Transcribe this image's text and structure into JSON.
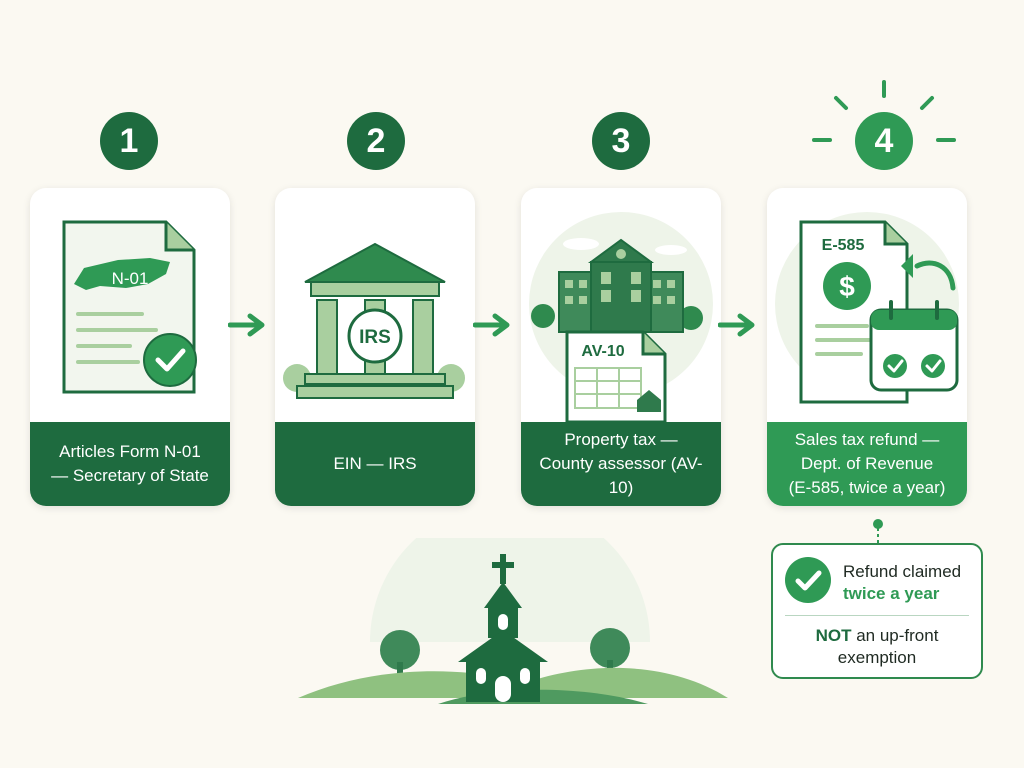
{
  "steps": [
    {
      "number": "1",
      "label_line1": "Articles Form N-01",
      "label_line2": "— Secretary of State",
      "doc_code": "N-01"
    },
    {
      "number": "2",
      "label_line1": "EIN — IRS",
      "label_line2": "",
      "seal_text": "IRS"
    },
    {
      "number": "3",
      "label_line1": "Property tax —",
      "label_line2": "County assessor (AV-10)",
      "doc_code": "AV-10"
    },
    {
      "number": "4",
      "label_line1": "Sales tax refund —",
      "label_line2": "Dept. of Revenue",
      "label_line3": "(E-585, twice a year)",
      "doc_code": "E-585",
      "currency_symbol": "$"
    }
  ],
  "note": {
    "line1": "Refund claimed",
    "line2": "twice a year",
    "not_word": "NOT",
    "rest_line1": " an up-front",
    "rest_line2": "exemption"
  },
  "colors": {
    "dark_green": "#1e6b3f",
    "bright_green": "#2f9a55",
    "light_green": "#a9cf9f",
    "background": "#fbf9f2"
  }
}
